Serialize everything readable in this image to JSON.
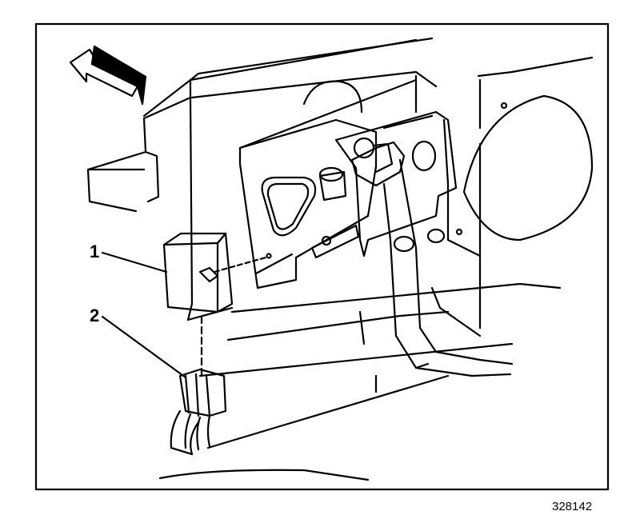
{
  "diagram": {
    "callouts": [
      {
        "number": "1"
      },
      {
        "number": "2"
      }
    ],
    "figure_id": "328142",
    "colors": {
      "line": "#000000",
      "background": "#ffffff"
    }
  }
}
